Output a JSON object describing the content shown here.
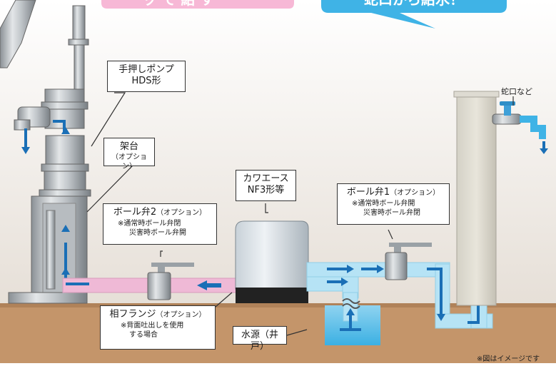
{
  "banners": {
    "left": "ッ   で 給 す",
    "right": "蛇口から給水！"
  },
  "labels": {
    "pump": {
      "line1": "手押しポンプ",
      "line2": "HDS形"
    },
    "stand": {
      "line1": "架台",
      "line2": "（オプション）"
    },
    "valve2": {
      "title": "ボール弁2",
      "option": "（オプション）",
      "note1": "※通常時ボール弁閉",
      "note2": "災害時ボール弁開"
    },
    "kawaace": {
      "line1": "カワエース",
      "line2": "NF3形等"
    },
    "valve1": {
      "title": "ボール弁1",
      "option": "（オプション）",
      "note1": "※通常時ボール弁開",
      "note2": "災害時ボール弁閉"
    },
    "flange": {
      "title": "相フランジ",
      "option": "（オプション）",
      "note1": "※背面吐出しを使用",
      "note2": "する場合"
    },
    "source": "水源（井戸）",
    "faucet": "蛇口など",
    "disclaimer": "※図はイメージです"
  },
  "colors": {
    "sky": "#e9e4de",
    "ground": "#c4956a",
    "pipe_cold": "#b6e3f5",
    "pipe_pink": "#efb9d6",
    "arrow": "#1a6fb6",
    "banner_pink": "#f7b8d6",
    "banner_blue": "#3fb3e6"
  }
}
